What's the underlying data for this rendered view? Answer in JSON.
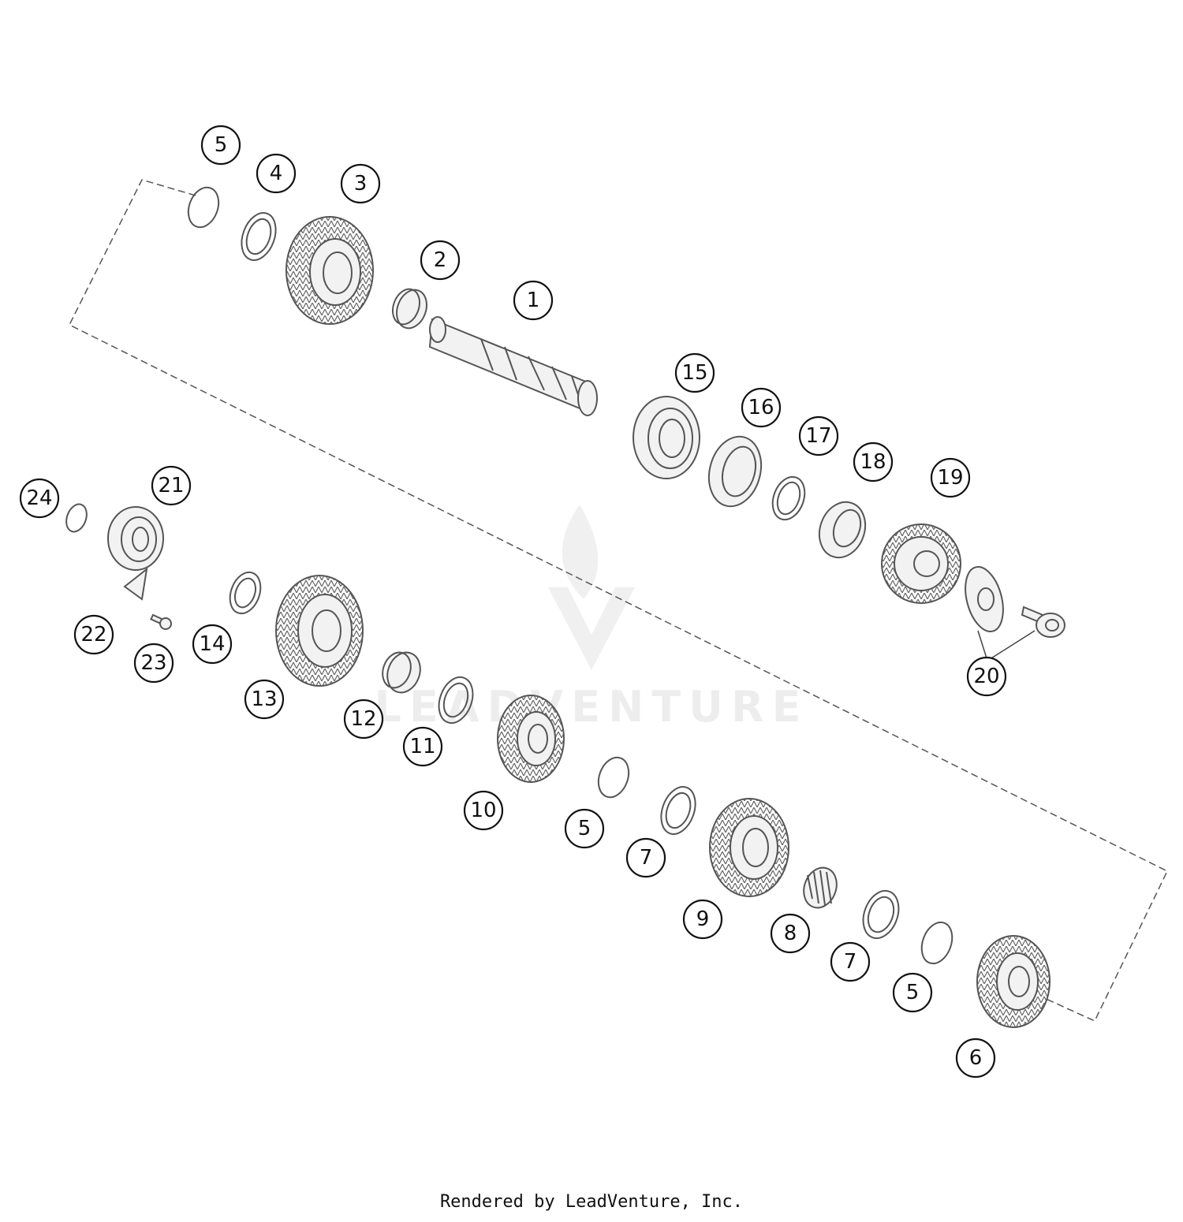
{
  "diagram": {
    "callouts": [
      "5",
      "4",
      "3",
      "2",
      "1",
      "15",
      "16",
      "17",
      "18",
      "19",
      "20",
      "24",
      "21",
      "22",
      "23",
      "14",
      "13",
      "12",
      "11",
      "10",
      "5",
      "7",
      "9",
      "8",
      "7",
      "5",
      "6"
    ],
    "watermark": "LEADVENTURE"
  },
  "footer": {
    "credit": "Rendered by LeadVenture, Inc."
  }
}
